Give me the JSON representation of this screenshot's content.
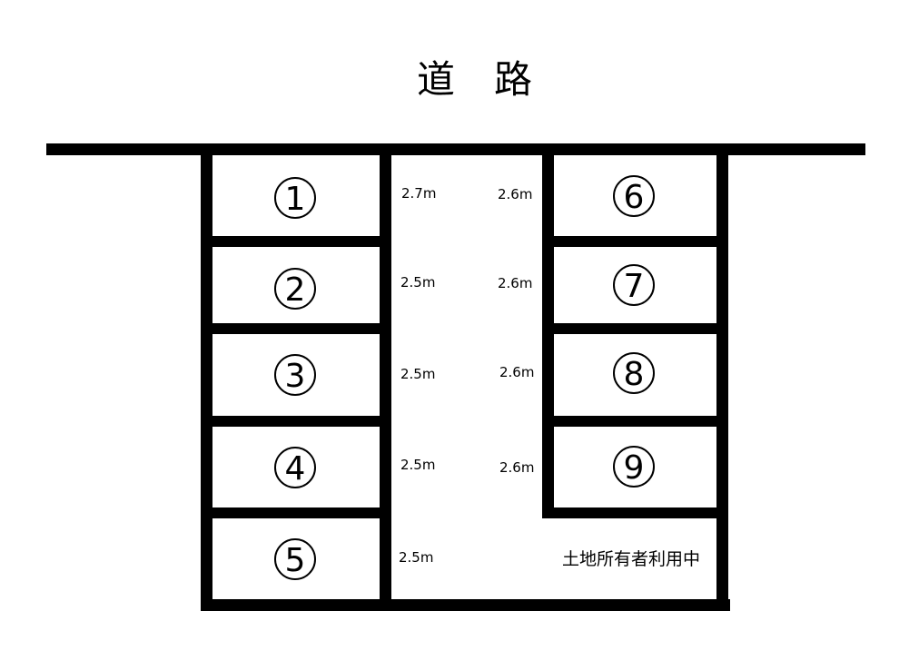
{
  "road": {
    "label_char_1": "道",
    "label_char_2": "路"
  },
  "left_stalls": [
    {
      "number": "1",
      "width": "2.7m"
    },
    {
      "number": "2",
      "width": "2.5m"
    },
    {
      "number": "3",
      "width": "2.5m"
    },
    {
      "number": "4",
      "width": "2.5m"
    },
    {
      "number": "5",
      "width": "2.5m"
    }
  ],
  "right_stalls": [
    {
      "number": "6",
      "width": "2.6m"
    },
    {
      "number": "7",
      "width": "2.6m"
    },
    {
      "number": "8",
      "width": "2.6m"
    },
    {
      "number": "9",
      "width": "2.6m"
    }
  ],
  "owner_note": "土地所有者利用中",
  "colors": {
    "line": "#000000",
    "background": "#ffffff"
  }
}
